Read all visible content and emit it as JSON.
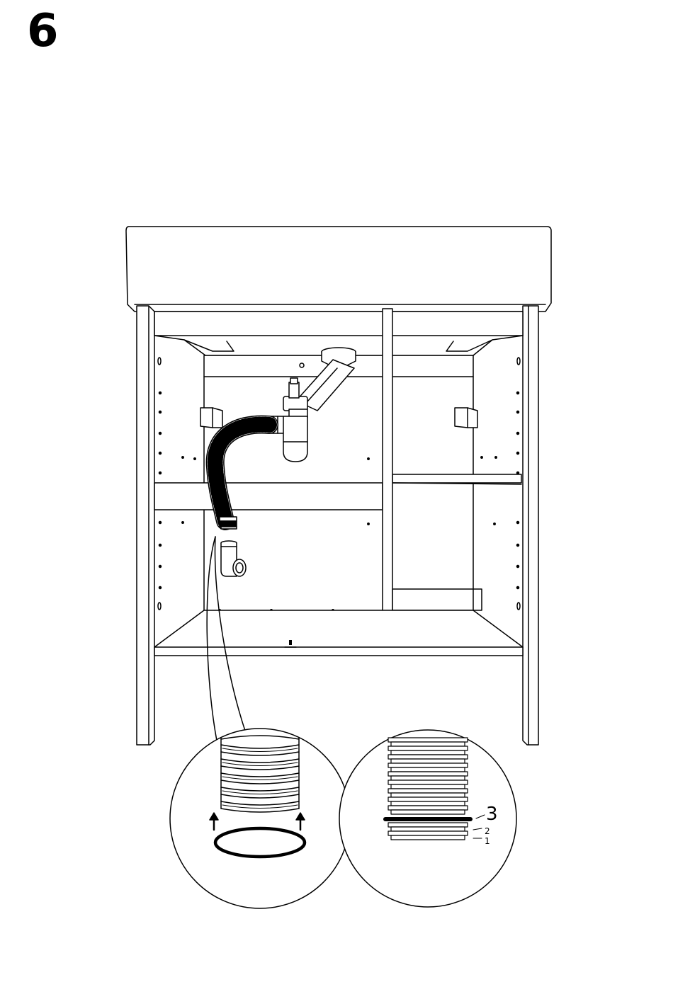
{
  "step": {
    "number": "6"
  },
  "detail_labels": {
    "ring3": "3",
    "ring2": "2",
    "ring1": "1"
  },
  "colors": {
    "ink": "#000000",
    "paper": "#ffffff"
  }
}
